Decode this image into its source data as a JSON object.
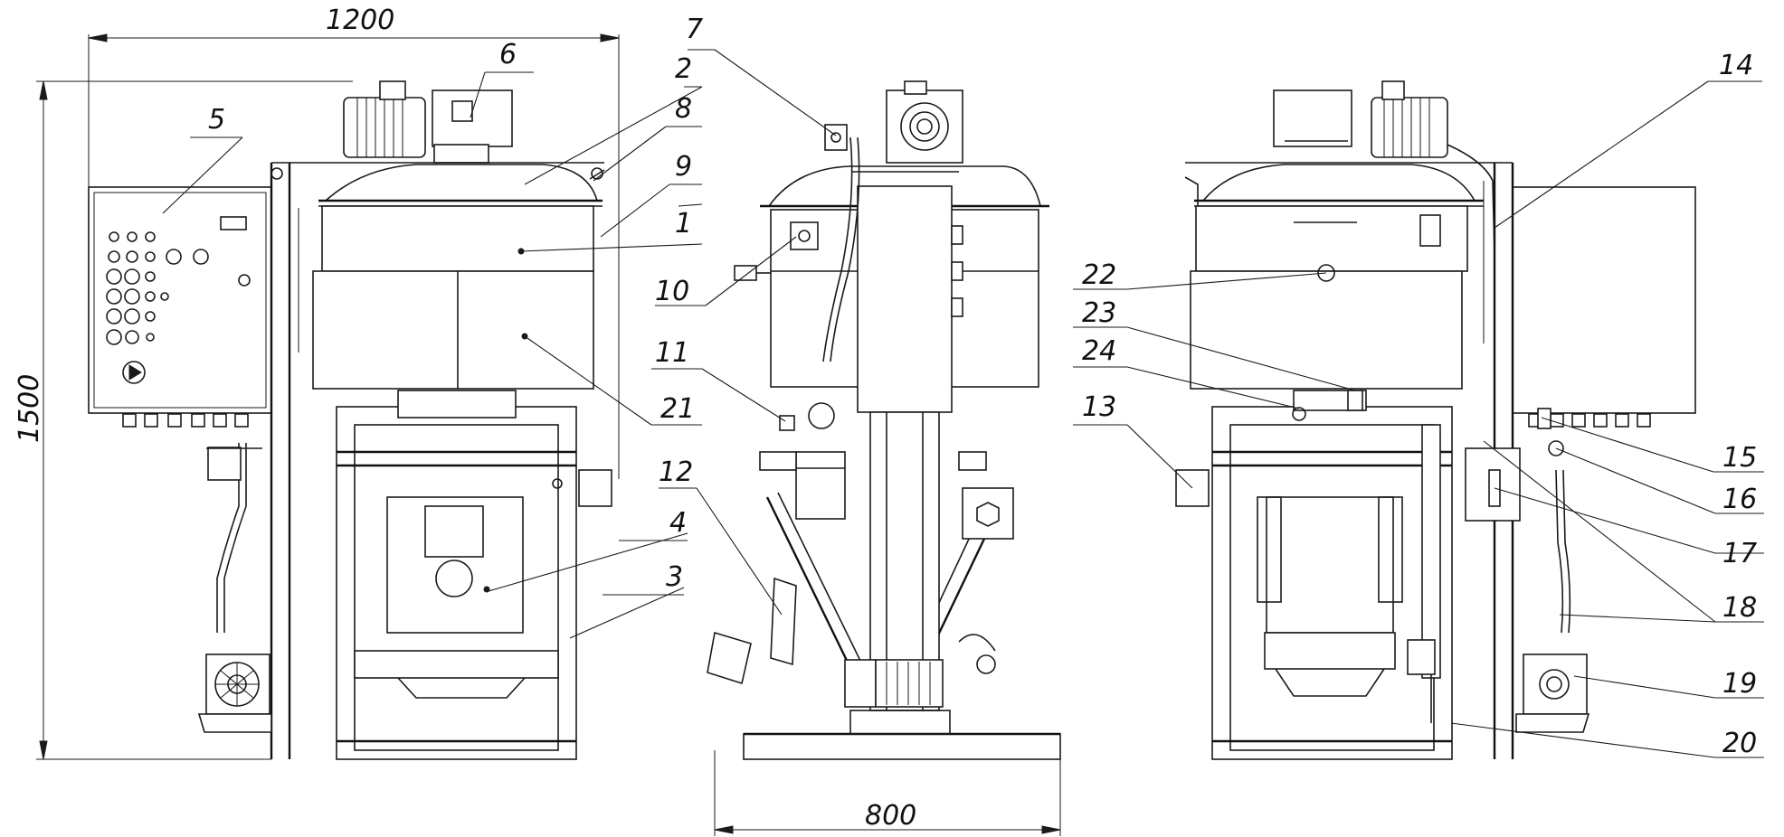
{
  "dimensions": {
    "width_top": "1200",
    "height_left": "1500",
    "width_bottom": "800"
  },
  "callouts": [
    "1",
    "2",
    "3",
    "4",
    "5",
    "6",
    "7",
    "8",
    "9",
    "10",
    "11",
    "12",
    "13",
    "14",
    "15",
    "16",
    "17",
    "18",
    "19",
    "20",
    "21",
    "22",
    "23",
    "24"
  ]
}
